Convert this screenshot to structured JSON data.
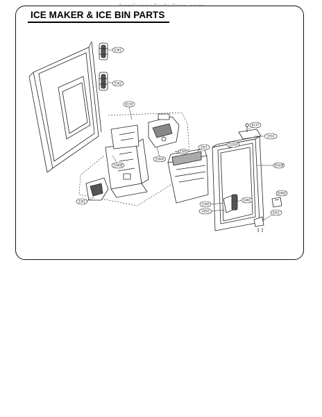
{
  "watermark": "AppliancePartsPros.com",
  "title": "ICE MAKER & ICE BIN PARTS",
  "callouts": [
    "5361",
    "5362",
    "8130",
    "3390A",
    "3390B",
    "3391",
    "3921",
    "8137",
    "3550",
    "3550A",
    "3550B",
    "6460",
    "3390",
    "4950",
    "3390C",
    "5051",
    "3395"
  ]
}
